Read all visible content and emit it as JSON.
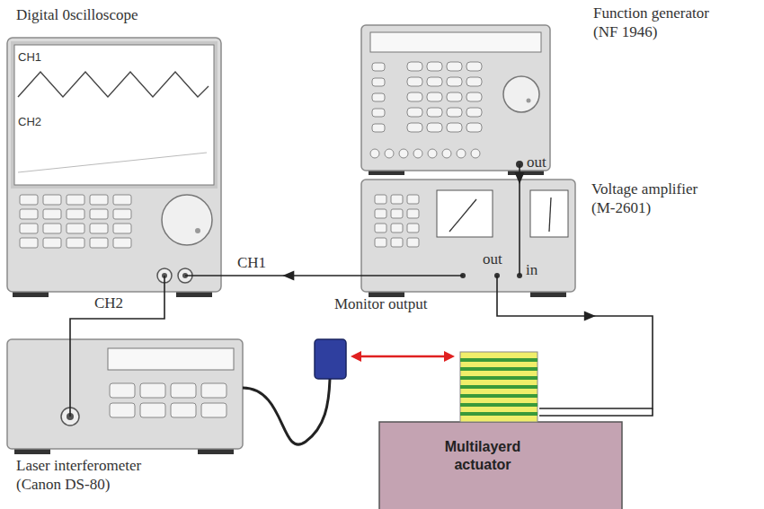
{
  "diagram": {
    "nodes": [
      {
        "text": [
          "Digital 0scilloscope"
        ]
      },
      {
        "text": [
          "Function generator (NF 1946)",
          "out"
        ]
      },
      {
        "text": [
          "Voltage amplifier (M-2601)",
          "out",
          "in"
        ]
      },
      {
        "text": [
          "Laser interferometer (Canon DS-80)"
        ]
      },
      {
        "text": [
          "Multilayerd actuator"
        ]
      }
    ],
    "edges": [
      {
        "from": 1,
        "to": 2,
        "arrow": "to"
      },
      {
        "from": 2,
        "to": 0,
        "label": "CH1",
        "arrow": "to"
      },
      {
        "from": 3,
        "to": 0,
        "label": "CH2",
        "arrow": "none"
      },
      {
        "from": 2,
        "to": 4,
        "arrow": "to"
      }
    ],
    "labels": [
      "CH1",
      "CH2",
      "Monitor output"
    ]
  }
}
